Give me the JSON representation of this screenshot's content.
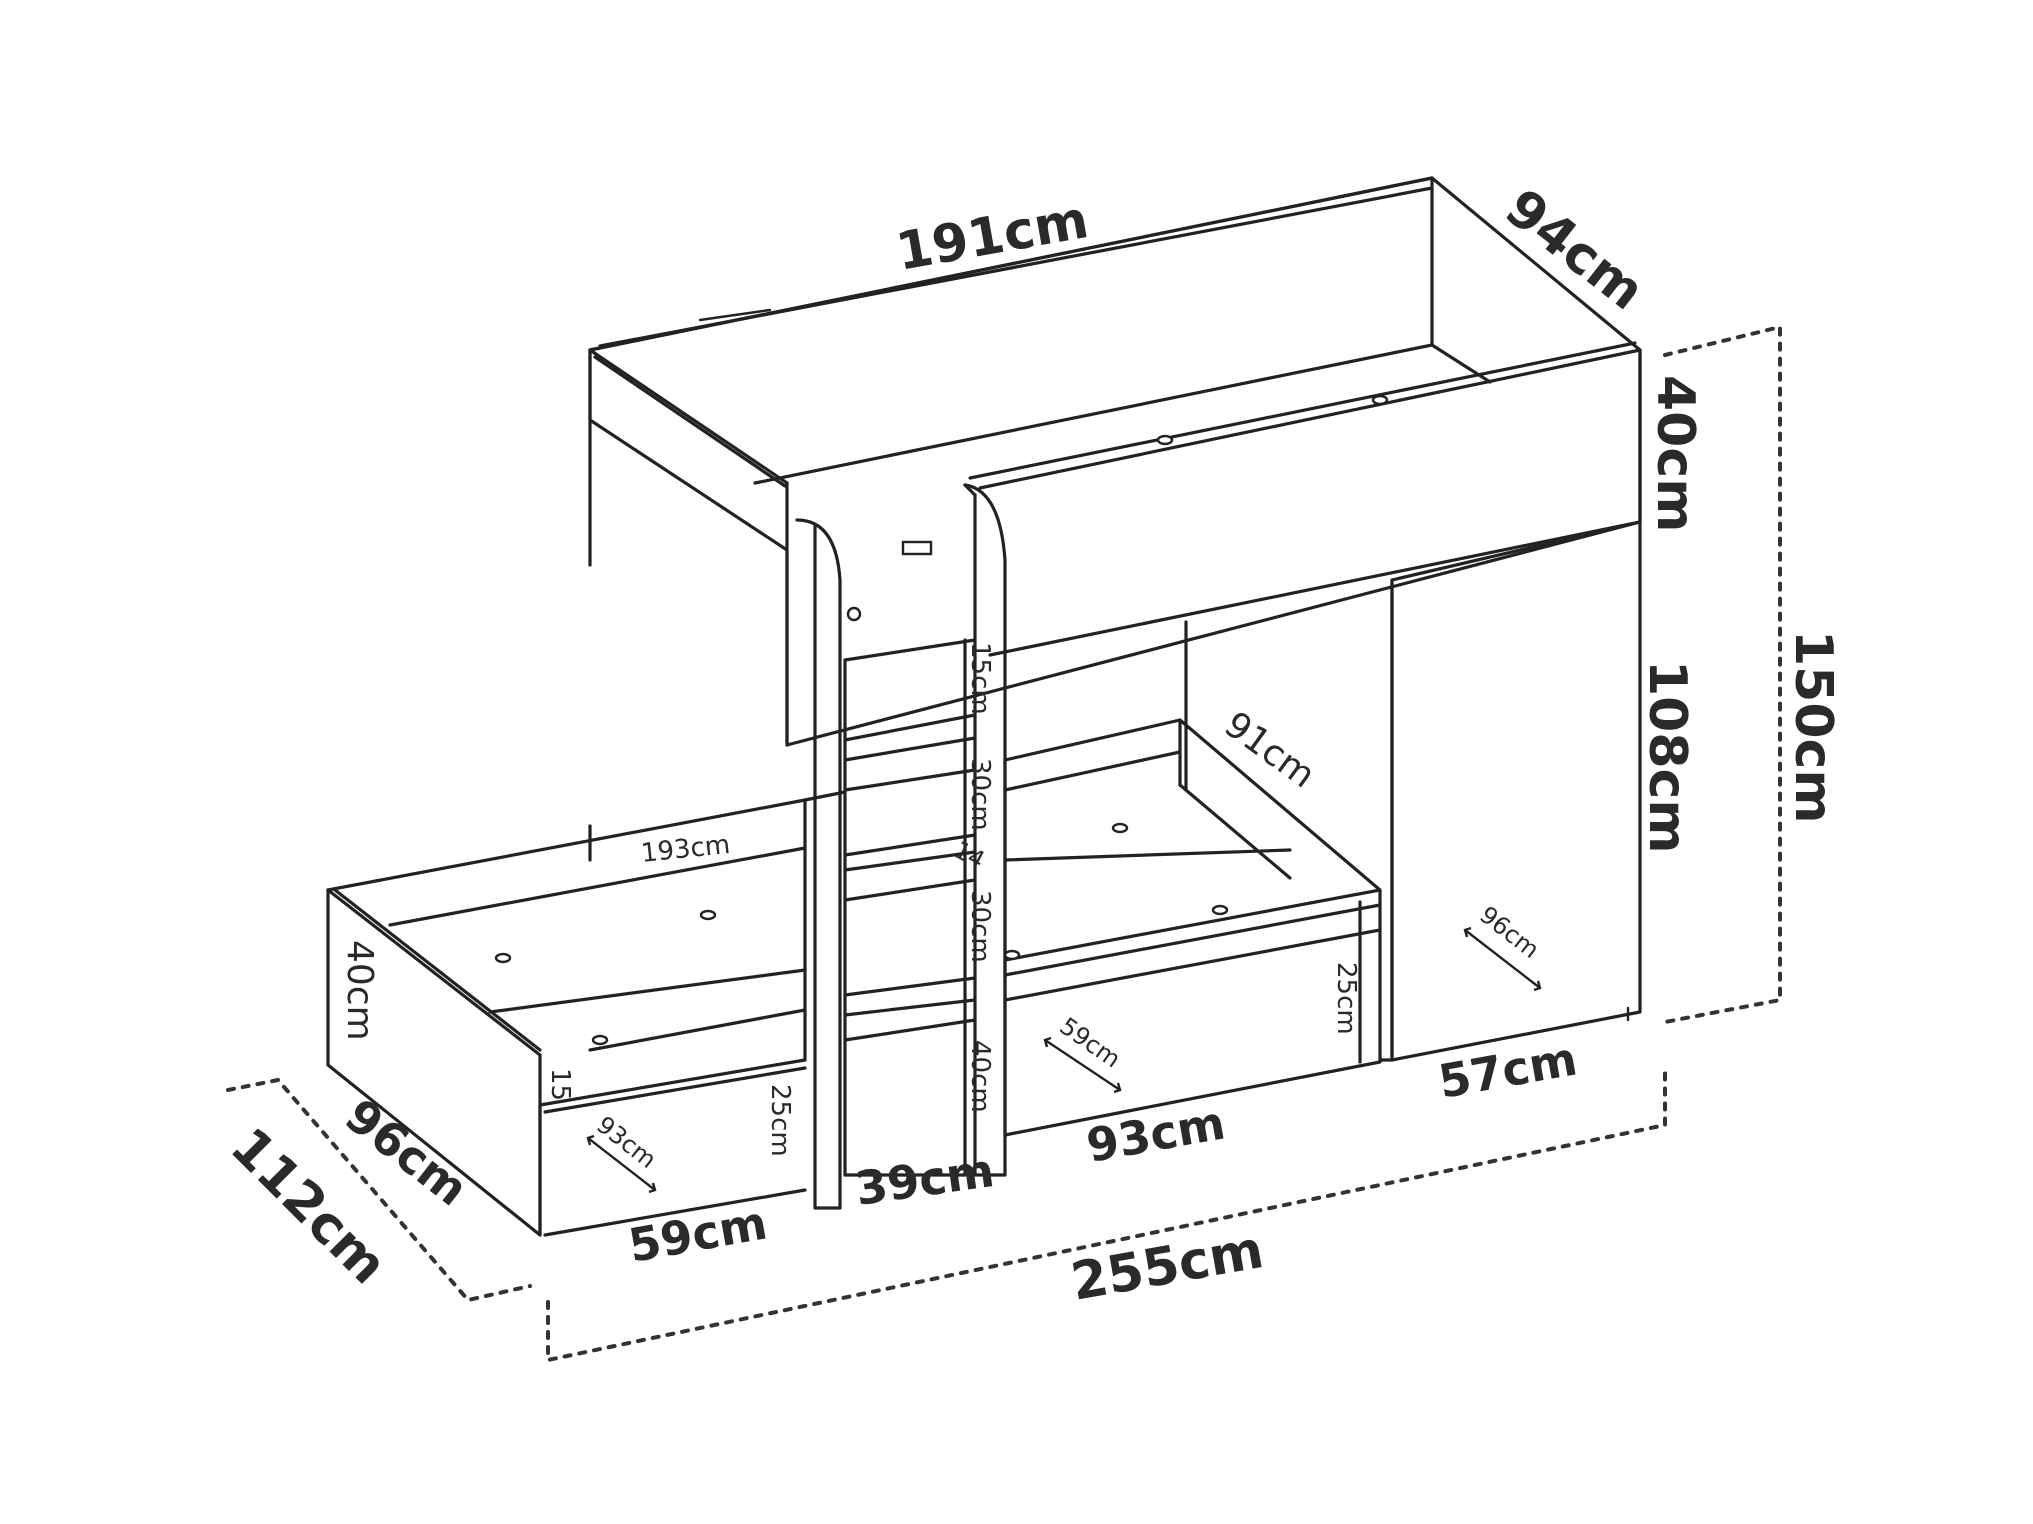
{
  "dimensions": {
    "top_length": "191cm",
    "top_depth": "94cm",
    "top_height": "40cm",
    "wardrobe_height": "108cm",
    "total_height": "150cm",
    "ladder_step_1": "15cm",
    "ladder_step_2": "30cm",
    "ladder_step_3": "14",
    "ladder_step_4": "30cm",
    "ladder_bottom": "40cm",
    "lower_bed_length": "193cm",
    "lower_bed_depth": "91cm",
    "lower_bed_height": "40cm",
    "lower_front_rail": "15",
    "left_drawer_height": "25cm",
    "left_drawer_depth": "93cm",
    "left_drawer_width": "59cm",
    "ladder_width": "39cm",
    "right_drawer_height": "25cm",
    "right_drawer_depth": "59cm",
    "right_drawer_width": "93cm",
    "wardrobe_depth": "96cm",
    "wardrobe_width": "57cm",
    "side_depth": "96cm",
    "total_depth": "112cm",
    "total_length": "255cm"
  }
}
